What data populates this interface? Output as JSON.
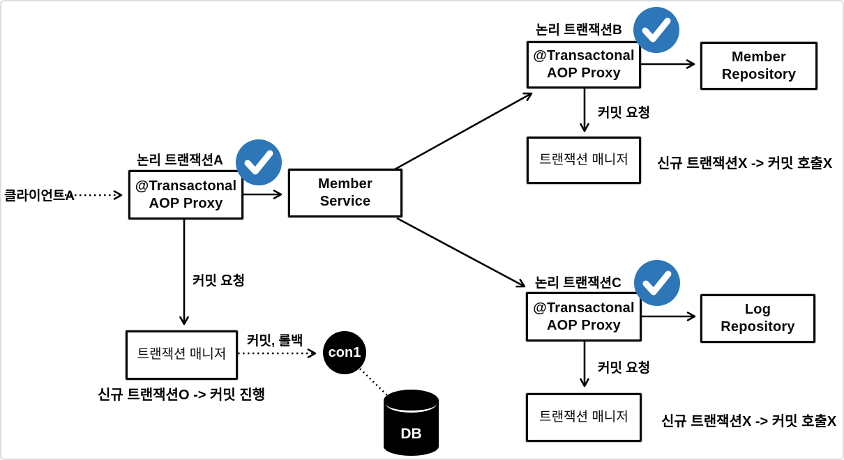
{
  "colors": {
    "accent_blue": "#2d76b8",
    "line": "#000000",
    "box_border": "#0b0b0b",
    "canvas_border": "#dcdcdc"
  },
  "labels": {
    "client": "클라이언트A",
    "commit_request": "커밋 요청",
    "commit_rollback": "커밋, 롤백"
  },
  "nodes": {
    "member_service": {
      "line1": "Member",
      "line2": "Service"
    },
    "proxy": {
      "line1": "@Transactonal",
      "line2": "AOP Proxy"
    },
    "manager": "트랜잭션 매니저",
    "member_repository": {
      "line1": "Member",
      "line2": "Repository"
    },
    "log_repository": {
      "line1": "Log",
      "line2": "Repository"
    },
    "connection": "con1",
    "db": "DB"
  },
  "tx_a": {
    "title": "논리 트랜잭션A",
    "result": "신규 트랜잭션O -> 커밋 진행"
  },
  "tx_b": {
    "title": "논리 트랜잭션B",
    "result": "신규 트랜잭션X -> 커밋 호출X"
  },
  "tx_c": {
    "title": "논리 트랜잭션C",
    "result": "신규 트랜잭션X -> 커밋 호출X"
  }
}
